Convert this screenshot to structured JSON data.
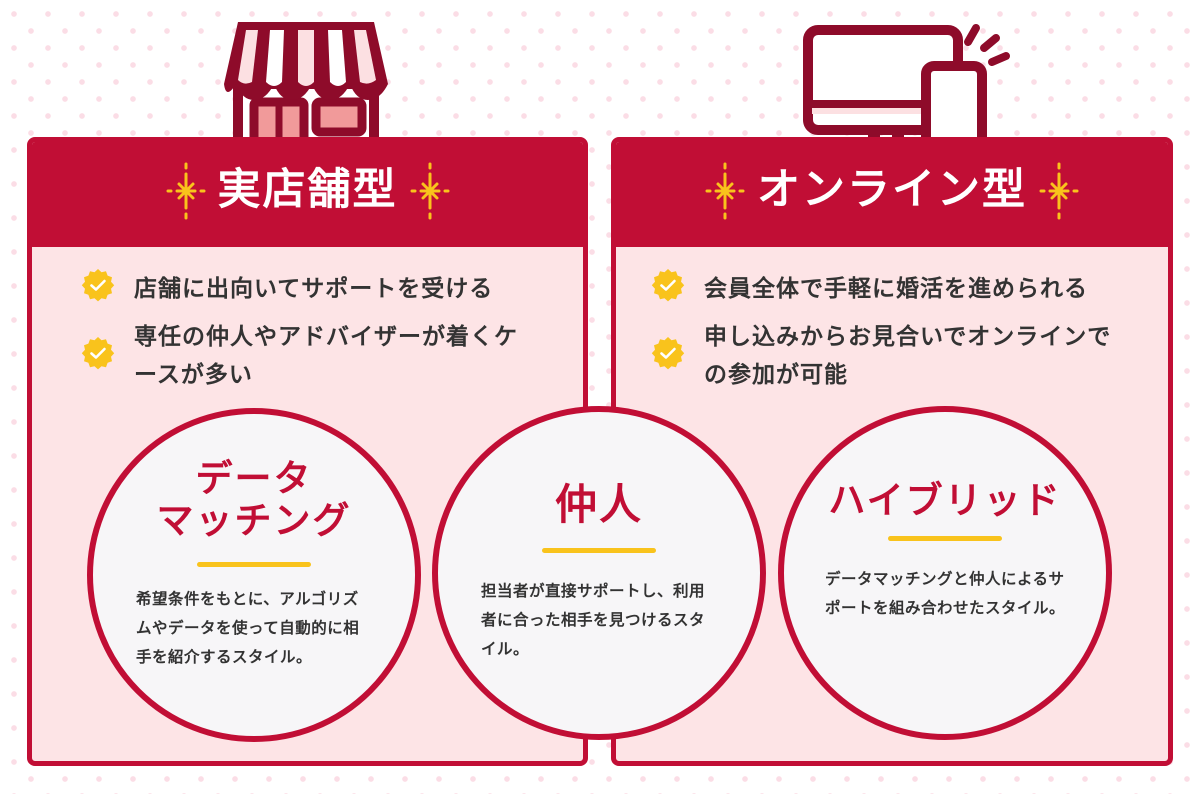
{
  "colors": {
    "crimson": "#c10e35",
    "maroon": "#8e0b2a",
    "panel_bg": "#fde4e6",
    "circle_bg": "#f7f6f8",
    "yellow": "#f9c31c",
    "text": "#333333",
    "dots": "#fbdde6"
  },
  "panels": [
    {
      "icon": "store-icon",
      "title": "実店舗型",
      "features": [
        {
          "icon": "check-badge-icon",
          "text": "店舗に出向いてサポートを受ける"
        },
        {
          "icon": "check-badge-icon",
          "text": "専任の仲人やアドバイザーが着くケースが多い"
        }
      ]
    },
    {
      "icon": "monitor-smartphone-icon",
      "title": "オンライン型",
      "features": [
        {
          "icon": "check-badge-icon",
          "text": "会員全体で手軽に婚活を進められる"
        },
        {
          "icon": "check-badge-icon",
          "text": "申し込みからお見合いでオンラインでの参加が可能"
        }
      ]
    }
  ],
  "circles": [
    {
      "title": "データ\nマッチング",
      "description": "希望条件をもとに、アルゴリズムやデータを使って自動的に相手を紹介するスタイル。"
    },
    {
      "title": "仲人",
      "description": "担当者が直接サポートし、利用者に合った相手を見つけるスタイル。"
    },
    {
      "title": "ハイブリッド",
      "description": "データマッチングと仲人によるサポートを組み合わせたスタイル。"
    }
  ]
}
